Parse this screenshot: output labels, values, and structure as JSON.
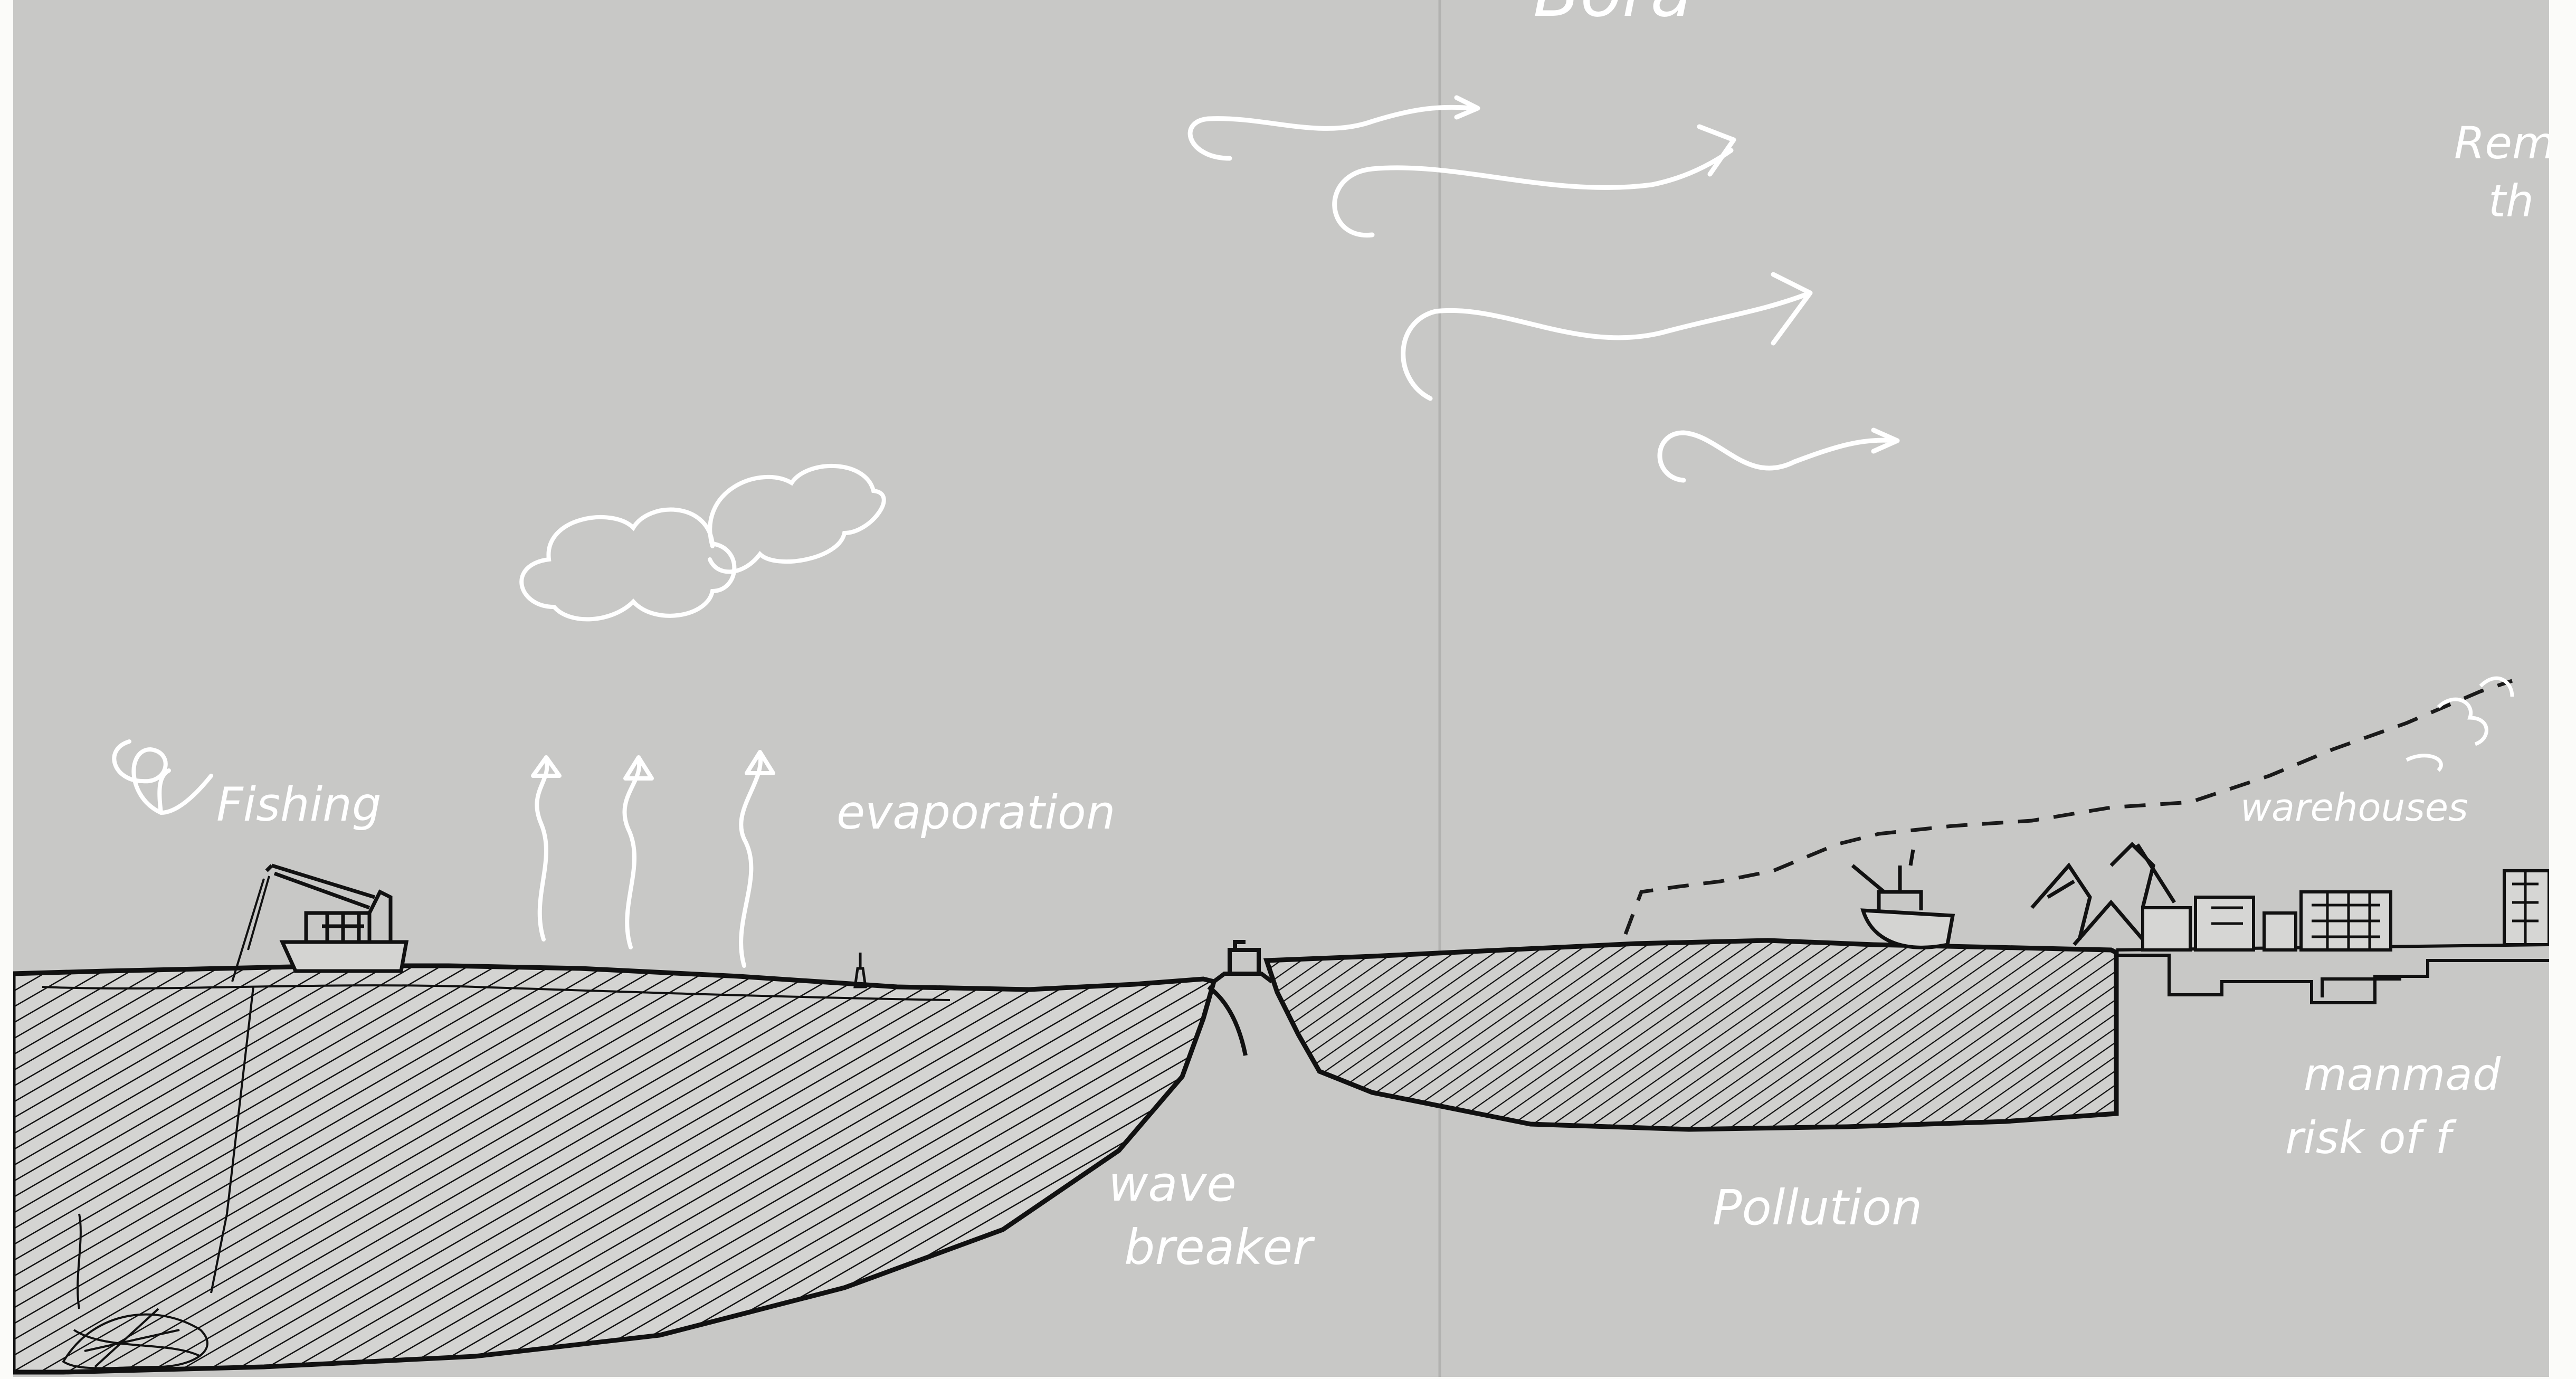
{
  "labels": {
    "top_cut": "Bora",
    "fishing": "Fishing",
    "evaporation": "evaporation",
    "wave_breaker_line1": "wave",
    "wave_breaker_line2": "breaker",
    "pollution": "Pollution",
    "warehouses": "warehouses",
    "right_top_line1": "Rem",
    "right_top_line2": "th",
    "manmade_line1": "manmad",
    "manmade_line2": "risk of  f"
  },
  "colors": {
    "paper": "#c8c8c6",
    "margin": "#fbfbf9",
    "ink": "#111111",
    "chalk": "#ffffff"
  }
}
